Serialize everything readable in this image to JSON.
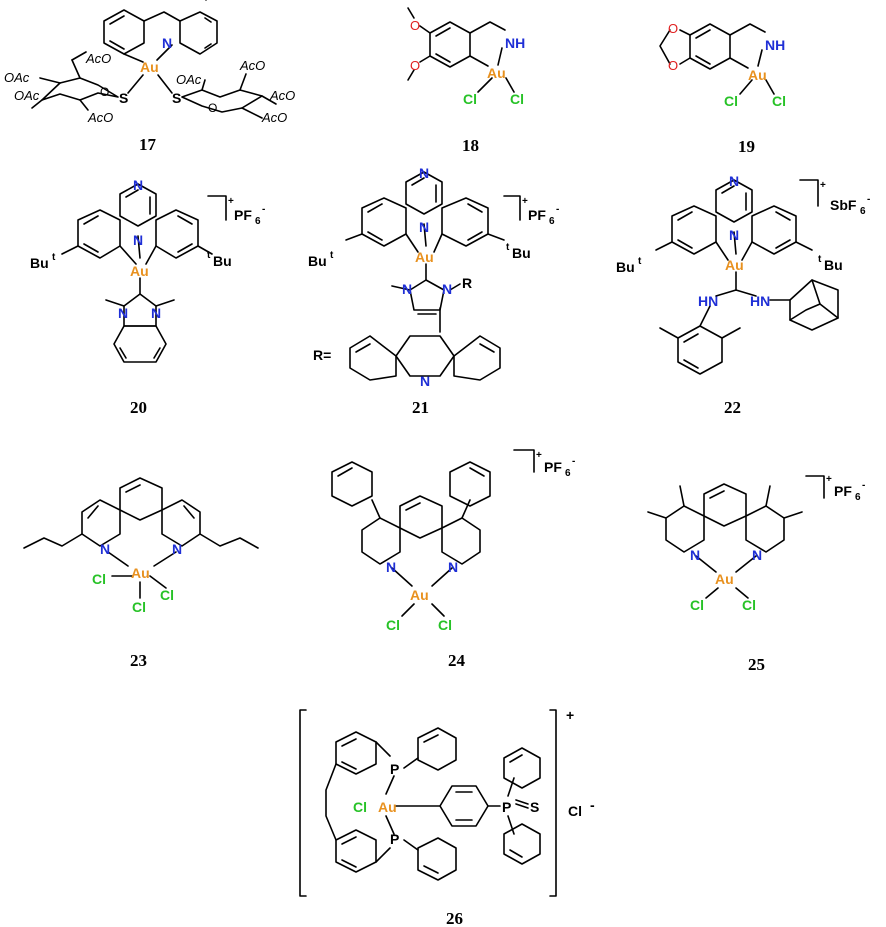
{
  "colors": {
    "gold": "#E8911F",
    "nitrogen": "#1F2FD6",
    "oxygen": "#E02020",
    "chlorine": "#27C227",
    "black": "#000000"
  },
  "compounds": [
    {
      "id": "17",
      "label": "17"
    },
    {
      "id": "18",
      "label": "18"
    },
    {
      "id": "19",
      "label": "19"
    },
    {
      "id": "20",
      "label": "20"
    },
    {
      "id": "21",
      "label": "21"
    },
    {
      "id": "22",
      "label": "22"
    },
    {
      "id": "23",
      "label": "23"
    },
    {
      "id": "24",
      "label": "24"
    },
    {
      "id": "25",
      "label": "25"
    },
    {
      "id": "26",
      "label": "26"
    }
  ],
  "atoms": {
    "au": "Au",
    "n": "N",
    "nh": "NH",
    "hn": "HN",
    "cl": "Cl",
    "s": "S",
    "p": "P",
    "r": "R",
    "r_eq": "R=",
    "o": "O",
    "aco": "AcO",
    "oac": "OAc",
    "but": "Bu",
    "sup_t": "t",
    "tbu": "Bu"
  },
  "counterions": {
    "pf6": "PF",
    "six": "6",
    "minus": "-",
    "plus": "+",
    "sbf6": "SbF",
    "cl_minus": "Cl"
  }
}
